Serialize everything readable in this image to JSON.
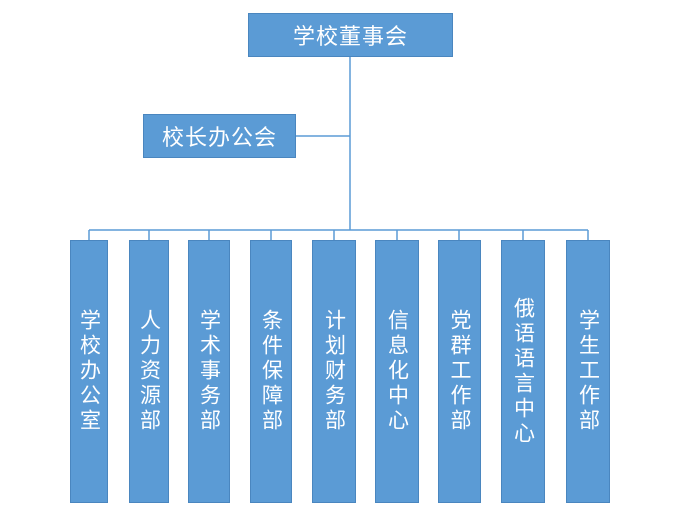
{
  "org": {
    "top": "学校董事会",
    "assistant": "校长办公会",
    "departments": [
      "学校办公室",
      "人力资源部",
      "学术事务部",
      "条件保障部",
      "计划财务部",
      "信息化中心",
      "党群工作部",
      "俄语语言中心",
      "学生工作部"
    ]
  },
  "colors": {
    "box_fill": "#5B9BD5",
    "box_text": "#FFFFFF",
    "connector": "#5B9BD5"
  }
}
